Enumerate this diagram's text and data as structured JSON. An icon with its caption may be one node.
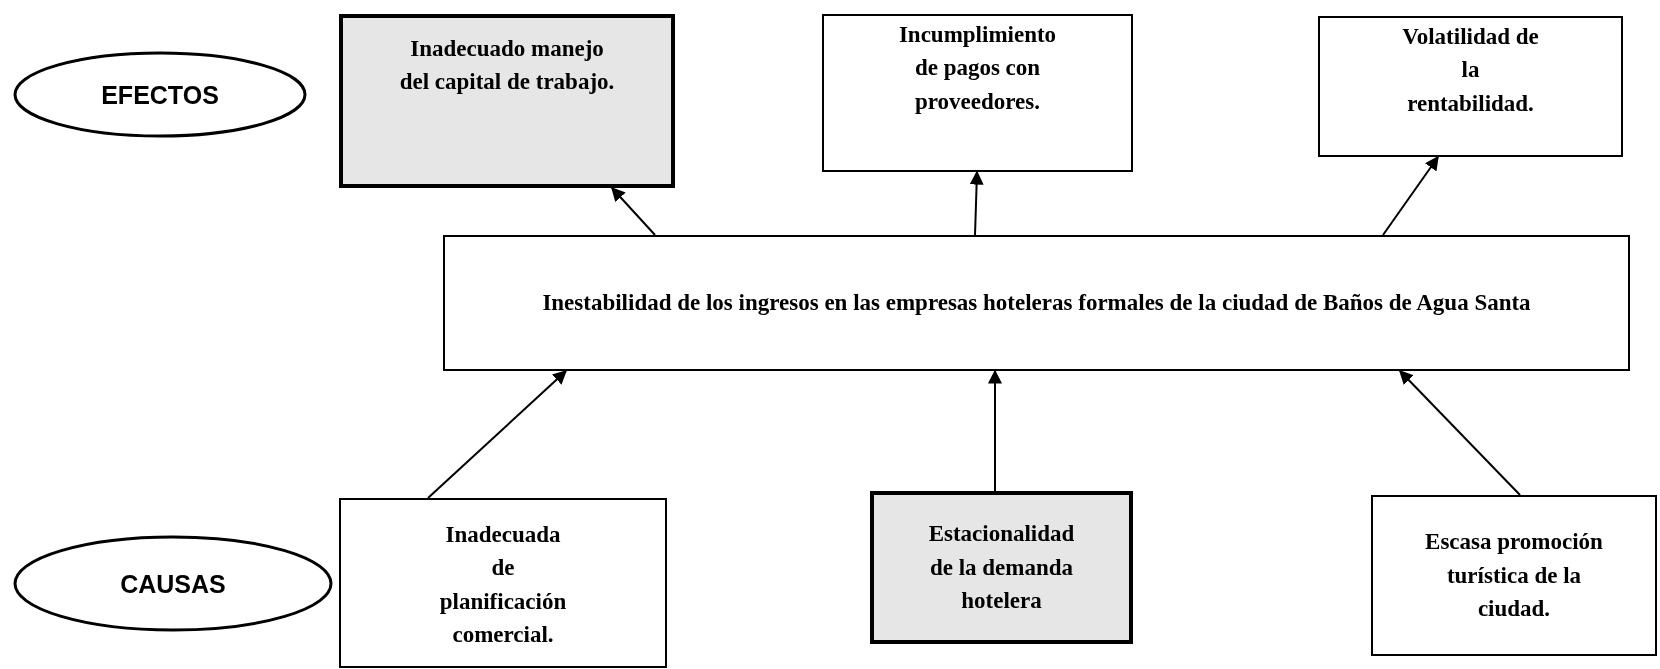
{
  "diagram": {
    "nodes": [
      {
        "text": [
          "EFECTOS"
        ]
      },
      {
        "text": [
          "Inadecuado manejo del capital de trabajo."
        ]
      },
      {
        "text": [
          "Incumplimiento de pagos con proveedores."
        ]
      },
      {
        "text": [
          "Volatilidad de la rentabilidad."
        ]
      },
      {
        "text": [
          "Inestabilidad de los ingresos en las empresas hoteleras formales de la ciudad de Baños de Agua Santa"
        ]
      },
      {
        "text": [
          "CAUSAS"
        ]
      },
      {
        "text": [
          "Inadecuada de planificación comercial."
        ]
      },
      {
        "text": [
          "Estacionalidad de la demanda hotelera"
        ]
      },
      {
        "text": [
          "Escasa promoción turística de la ciudad."
        ]
      }
    ],
    "edges": [
      {
        "from": 4,
        "to": 1,
        "arrow": "to"
      },
      {
        "from": 4,
        "to": 2,
        "arrow": "to"
      },
      {
        "from": 4,
        "to": 3,
        "arrow": "to"
      },
      {
        "from": 6,
        "to": 4,
        "arrow": "to"
      },
      {
        "from": 7,
        "to": 4,
        "arrow": "to"
      },
      {
        "from": 8,
        "to": 4,
        "arrow": "to"
      }
    ]
  }
}
